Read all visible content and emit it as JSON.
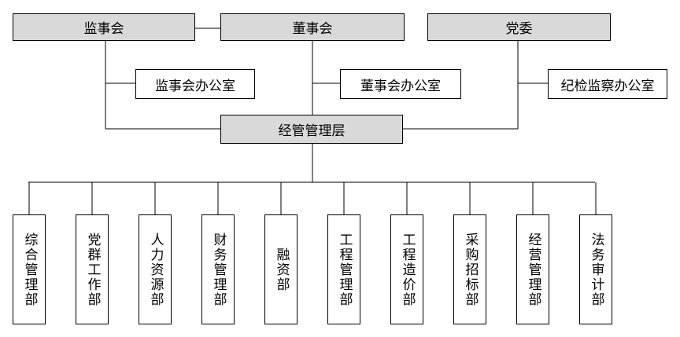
{
  "top": {
    "supervisory_board": "监事会",
    "board_of_directors": "董事会",
    "party_committee": "党委"
  },
  "offices": {
    "supervisory_office": "监事会办公室",
    "board_office": "董事会办公室",
    "discipline_office": "纪检监察办公室"
  },
  "management": "经管管理层",
  "departments": [
    "综合管理部",
    "党群工作部",
    "人力资源部",
    "财务管理部",
    "融资部",
    "工程管理部",
    "工程造价部",
    "采购招标部",
    "经营管理部",
    "法务审计部"
  ],
  "colors": {
    "header_fill": "#d9d9d9",
    "line": "#000000"
  }
}
